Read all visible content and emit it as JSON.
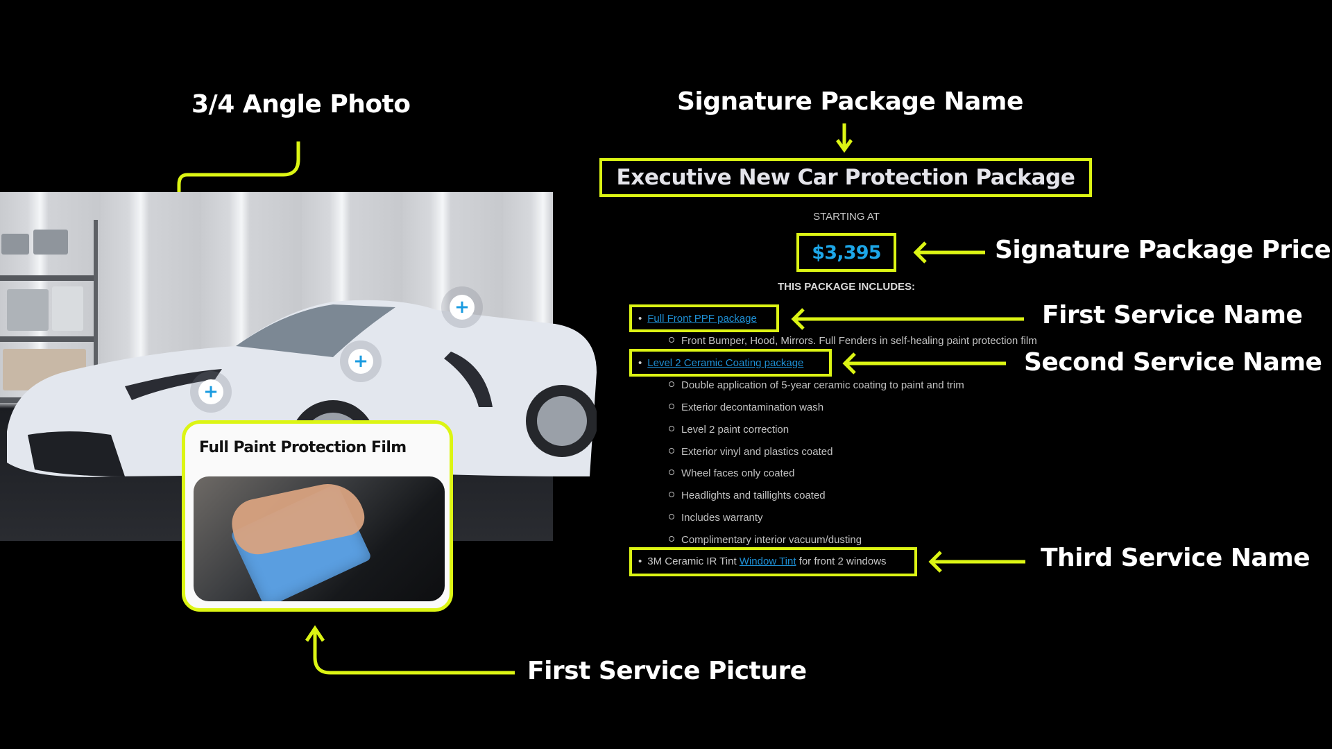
{
  "annotations": {
    "angle_photo": "3/4 Angle Photo",
    "package_name": "Signature Package Name",
    "package_price": "Signature Package Price",
    "first_service_name": "First Service Name",
    "second_service_name": "Second Service Name",
    "third_service_name": "Third Service Name",
    "first_service_picture": "First Service Picture"
  },
  "colors": {
    "highlight": "#dcf514",
    "price": "#1da7e8",
    "link": "#1e8fd4",
    "background": "#000000"
  },
  "photo": {
    "hotspot_icon": "+",
    "hotspots": [
      "+",
      "+",
      "+"
    ]
  },
  "service_card": {
    "title": "Full Paint Protection Film"
  },
  "package": {
    "title": "Executive New Car Protection Package",
    "starting_label": "STARTING AT",
    "price": "$3,395",
    "includes_label": "THIS PACKAGE INCLUDES:",
    "services": [
      {
        "name": "Full Front PPF package",
        "details": [
          "Front Bumper, Hood, Mirrors. Full Fenders in self-healing paint protection film"
        ]
      },
      {
        "name": "Level 2 Ceramic Coating package",
        "details": [
          "Double application of 5-year ceramic coating to paint and trim",
          "Exterior decontamination wash",
          "Level 2 paint correction",
          "Exterior vinyl and plastics coated",
          "Wheel faces only coated",
          "Headlights and taillights coated",
          "Includes warranty",
          "Complimentary interior vacuum/dusting"
        ]
      },
      {
        "prefix": "3M Ceramic IR Tint ",
        "name": "Window Tint",
        "suffix": " for front 2 windows"
      }
    ]
  }
}
